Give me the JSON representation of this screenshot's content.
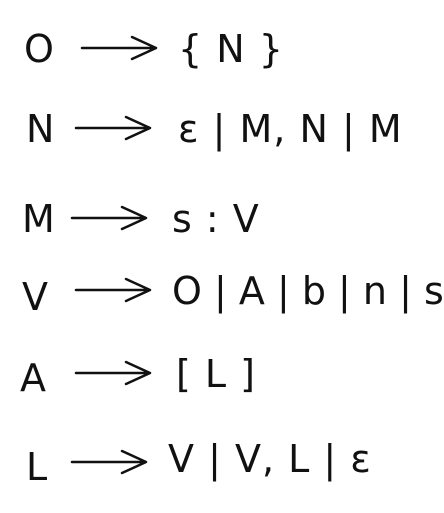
{
  "colors": {
    "ink": "#111111",
    "background": "#ffffff"
  },
  "arrow_icon": "right-arrow-icon",
  "rules": [
    {
      "lhs": "O",
      "rhs": "{ N }"
    },
    {
      "lhs": "N",
      "rhs": "ε | M, N | M"
    },
    {
      "lhs": "M",
      "rhs": "s : V"
    },
    {
      "lhs": "V",
      "rhs": "O | A | b | n | s"
    },
    {
      "lhs": "A",
      "rhs": "[ L ]"
    },
    {
      "lhs": "L",
      "rhs": "V | V, L | ε"
    }
  ]
}
